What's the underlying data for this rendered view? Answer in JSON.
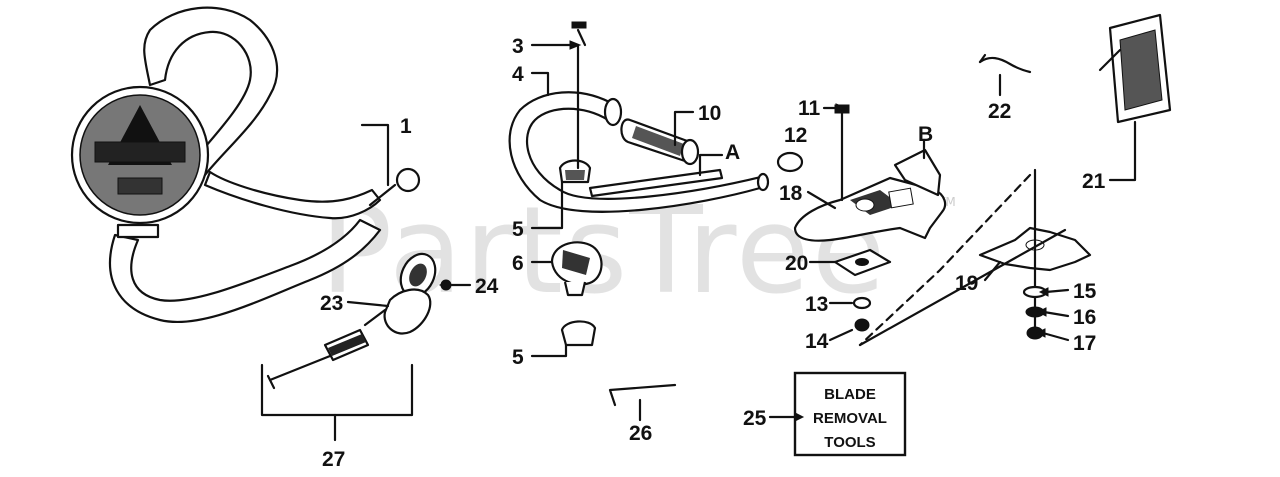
{
  "watermark": {
    "text": "PartsTree",
    "tm": "TM"
  },
  "callouts": {
    "c1": "1",
    "c3": "3",
    "c4": "4",
    "c5a": "5",
    "c5b": "5",
    "c6": "6",
    "c10": "10",
    "c11": "11",
    "c12": "12",
    "c13": "13",
    "c14": "14",
    "c15": "15",
    "c16": "16",
    "c17": "17",
    "c18": "18",
    "c19": "19",
    "c20": "20",
    "c21": "21",
    "c22": "22",
    "c23": "23",
    "c24": "24",
    "c25": "25",
    "c26": "26",
    "c27": "27",
    "cA": "A",
    "cB": "B"
  },
  "tools_box": {
    "line1": "BLADE",
    "line2": "REMOVAL",
    "line3": "TOOLS"
  }
}
